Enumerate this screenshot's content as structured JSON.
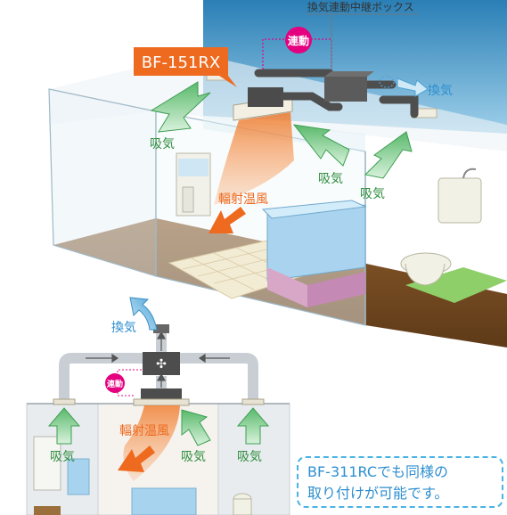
{
  "labels": {
    "relay_box": "換気連動中継ボックス",
    "interlock": "連動",
    "model": "BF-151RX",
    "exhaust": "換気",
    "intake": "吸気",
    "radiant_warm_air": "輻射温風"
  },
  "note": {
    "line1": "BF-311RCでも同様の",
    "line2": "取り付けが可能です。"
  },
  "colors": {
    "accent_orange": "#ee6a1f",
    "interlock_magenta": "#e4007f",
    "arrow_green": "#59b96b",
    "exhaust_blue": "#4aa3d8",
    "note_blue": "#49b3e3"
  }
}
